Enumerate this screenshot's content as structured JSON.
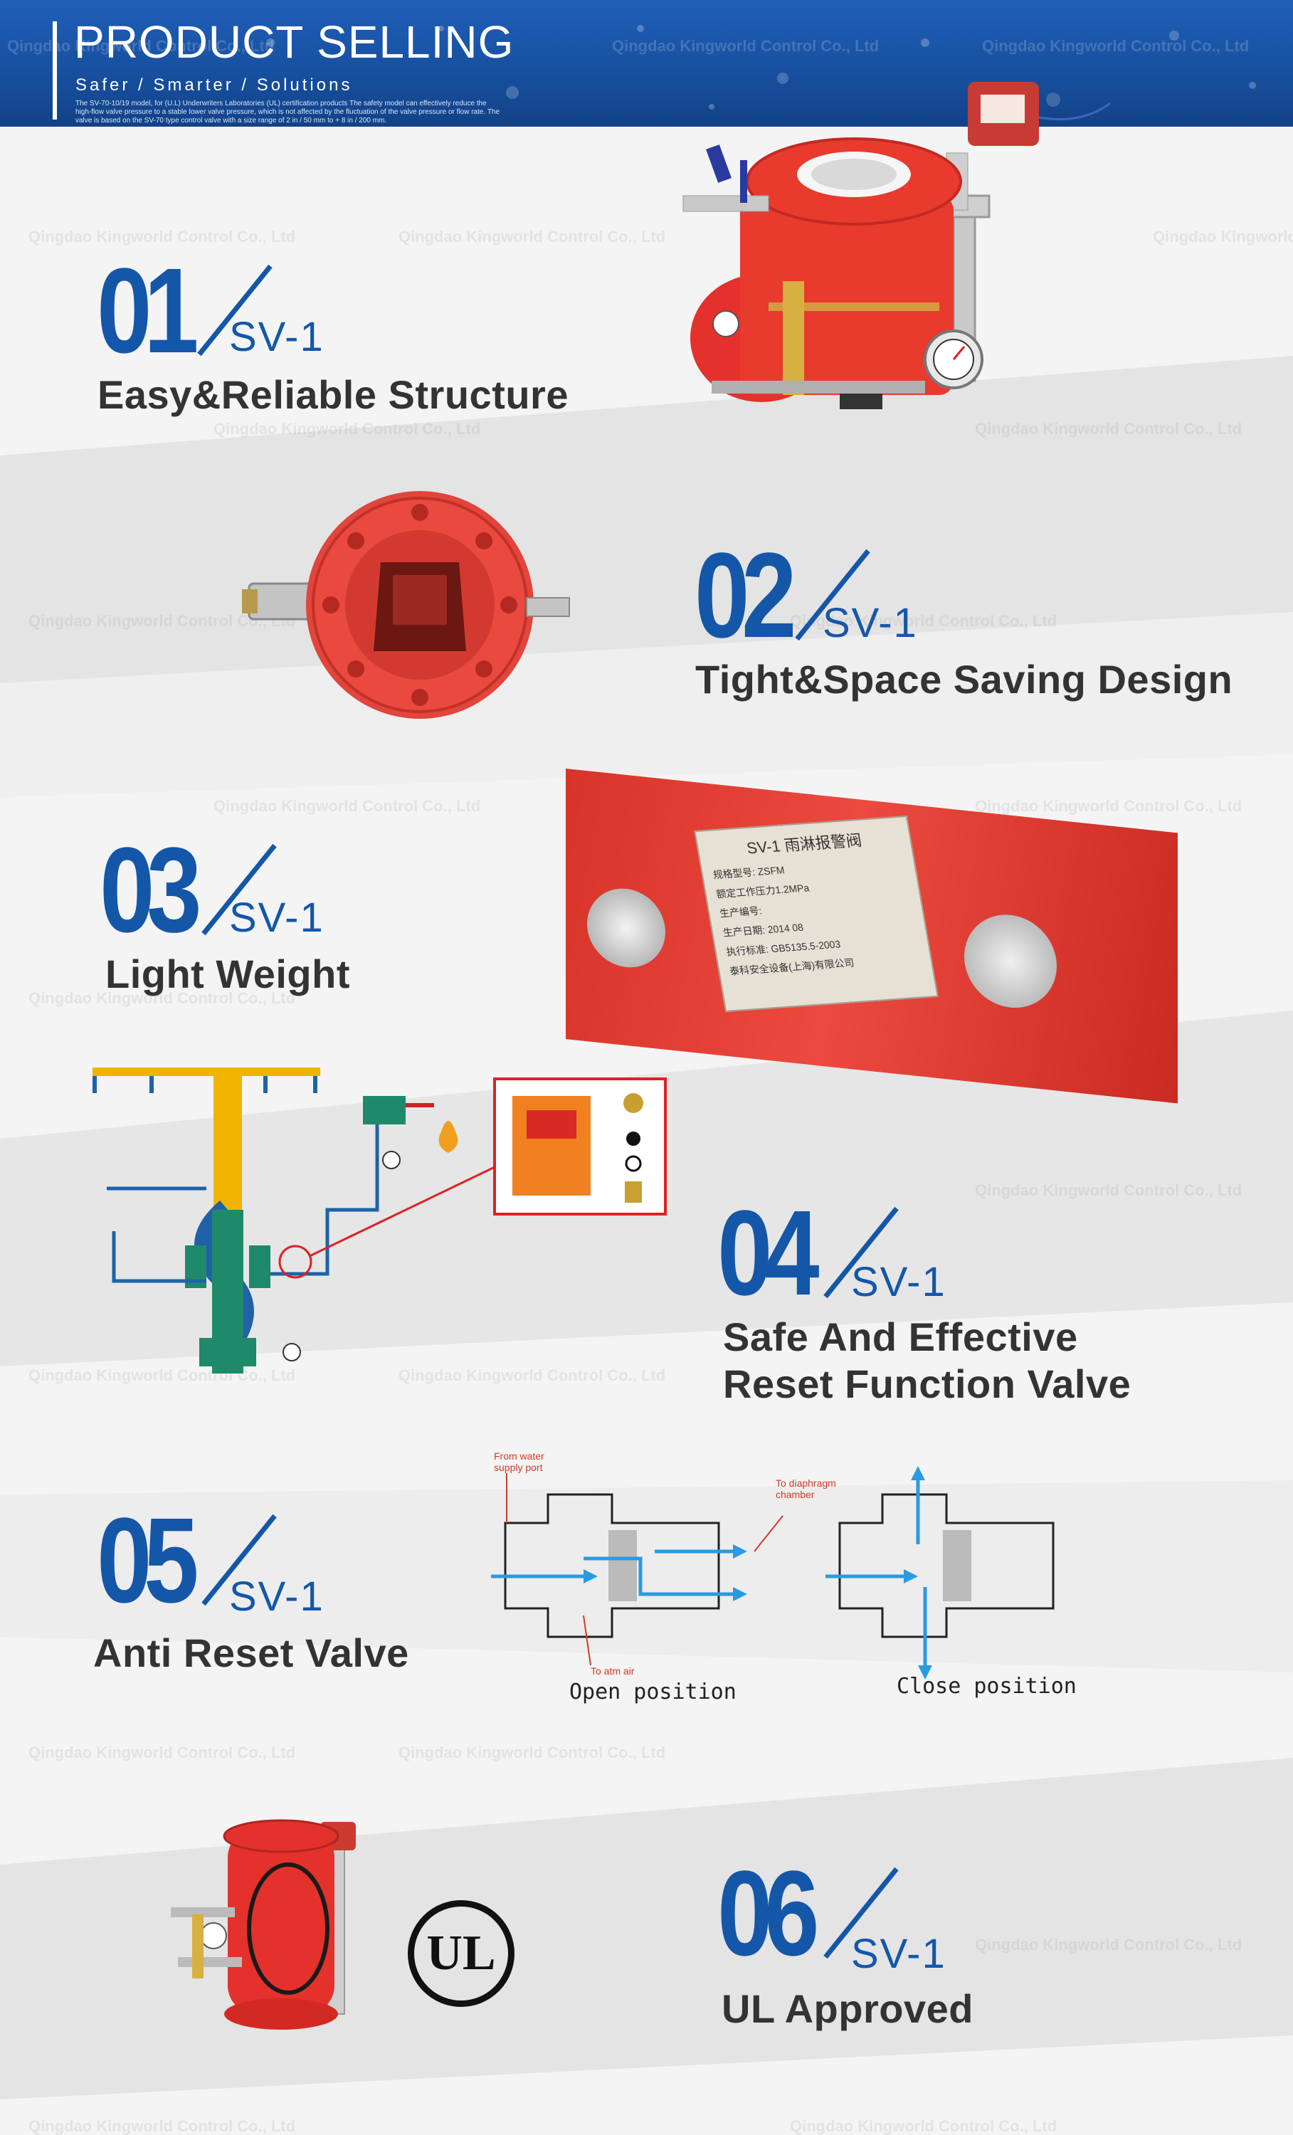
{
  "header": {
    "title": "PRODUCT SELLING",
    "subtitle": "Safer / Smarter / Solutions",
    "fine_print": "The SV-70-10/19 model, for (U.L) Underwriters Laboratories (UL) certification products The safety model can effectively reduce the high-flow valve pressure to a stable lower valve pressure, which is not affected by the fluctuation of the valve pressure or flow rate. The valve is based on the SV-70 type control valve with a size range of 2 in / 50 mm to + 8 in / 200 mm."
  },
  "watermark": "Qingdao Kingworld Control Co., Ltd",
  "features": [
    {
      "number": "01",
      "model": "SV-1",
      "title": "Easy&Reliable Structure"
    },
    {
      "number": "02",
      "model": "SV-1",
      "title": "Tight&Space Saving Design"
    },
    {
      "number": "03",
      "model": "SV-1",
      "title": "Light Weight"
    },
    {
      "number": "04",
      "model": "SV-1",
      "title": "Safe And Effective",
      "title2": "Reset Function Valve"
    },
    {
      "number": "05",
      "model": "SV-1",
      "title": "Anti Reset Valve"
    },
    {
      "number": "06",
      "model": "SV-1",
      "title": "UL Approved"
    }
  ],
  "nameplate": {
    "heading": "SV-1 雨淋报警阀",
    "rows": [
      "规格型号: ZSFM",
      "额定工作压力1.2MPa",
      "生产编号:",
      "生产日期: 2014 08",
      "执行标准: GB5135.5-2003",
      "泰科安全设备(上海)有限公司"
    ]
  },
  "diagram05": {
    "from_supply": "From water supply port",
    "to_chamber": "To diaphragm chamber",
    "to_atm": "To atm air",
    "open_label": "Open position",
    "close_label": "Close position"
  },
  "ul_badge": "UL",
  "colors": {
    "brand_blue": "#1457a8",
    "valve_red": "#e8322a",
    "header_blue": "#1a56aa",
    "pipe_blue": "#1f62a8",
    "pipe_yellow": "#f0b400",
    "pipe_green": "#1f8a6a"
  }
}
